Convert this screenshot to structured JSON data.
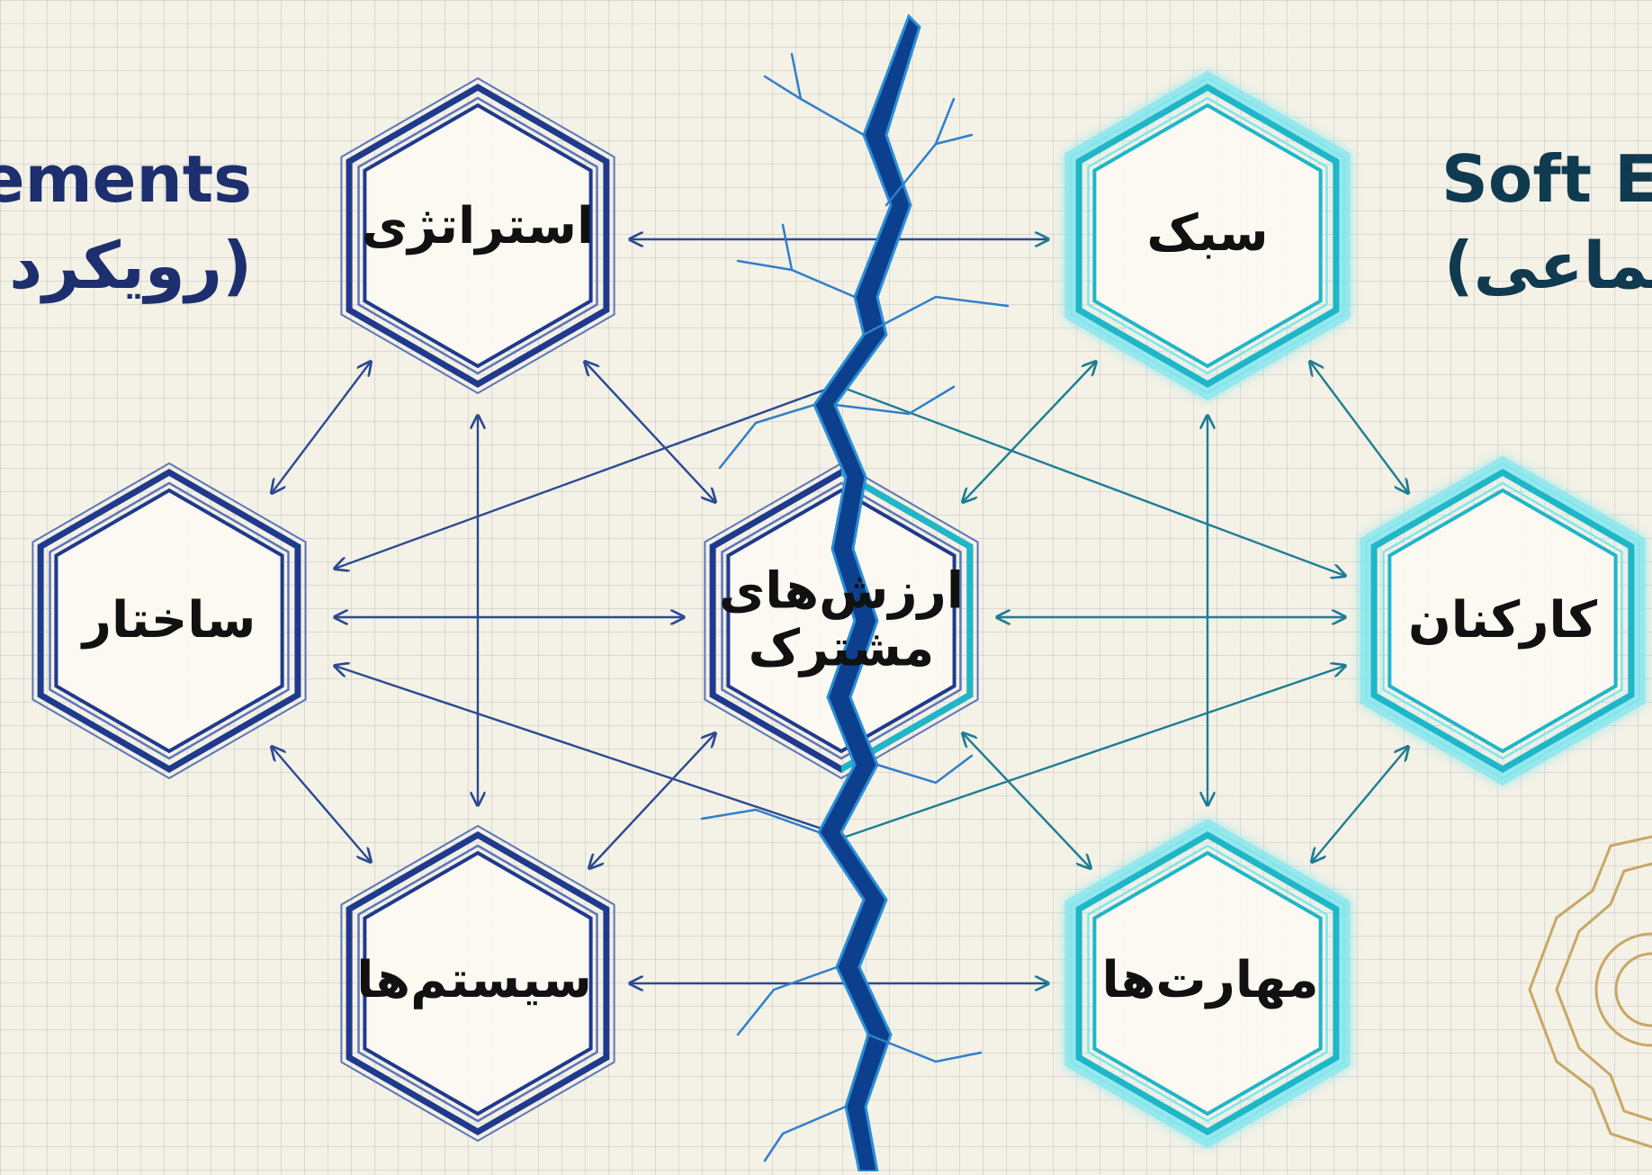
{
  "headings": {
    "left_line1": "ements",
    "left_line2": "(رویکرد س",
    "right_line1": "Soft E",
    "right_line2": "تماعی)"
  },
  "nodes": {
    "strategy": "استراتژی",
    "structure": "ساختار",
    "systems": "سیستم‌ها",
    "shared_values_line1": "ارزش‌های",
    "shared_values_line2": "مشترک",
    "style": "سبک",
    "staff": "کارکنان",
    "skills": "مهارت‌ها"
  },
  "colors": {
    "hard": "#1f3a8c",
    "hard_light": "#5d76b8",
    "soft": "#1fb6c8",
    "soft_glow": "#7fe6ee",
    "crack": "#0d3f8f",
    "connector_hard": "#2b4a92",
    "connector_soft": "#1d7d93",
    "ornament": "#c8a765"
  }
}
